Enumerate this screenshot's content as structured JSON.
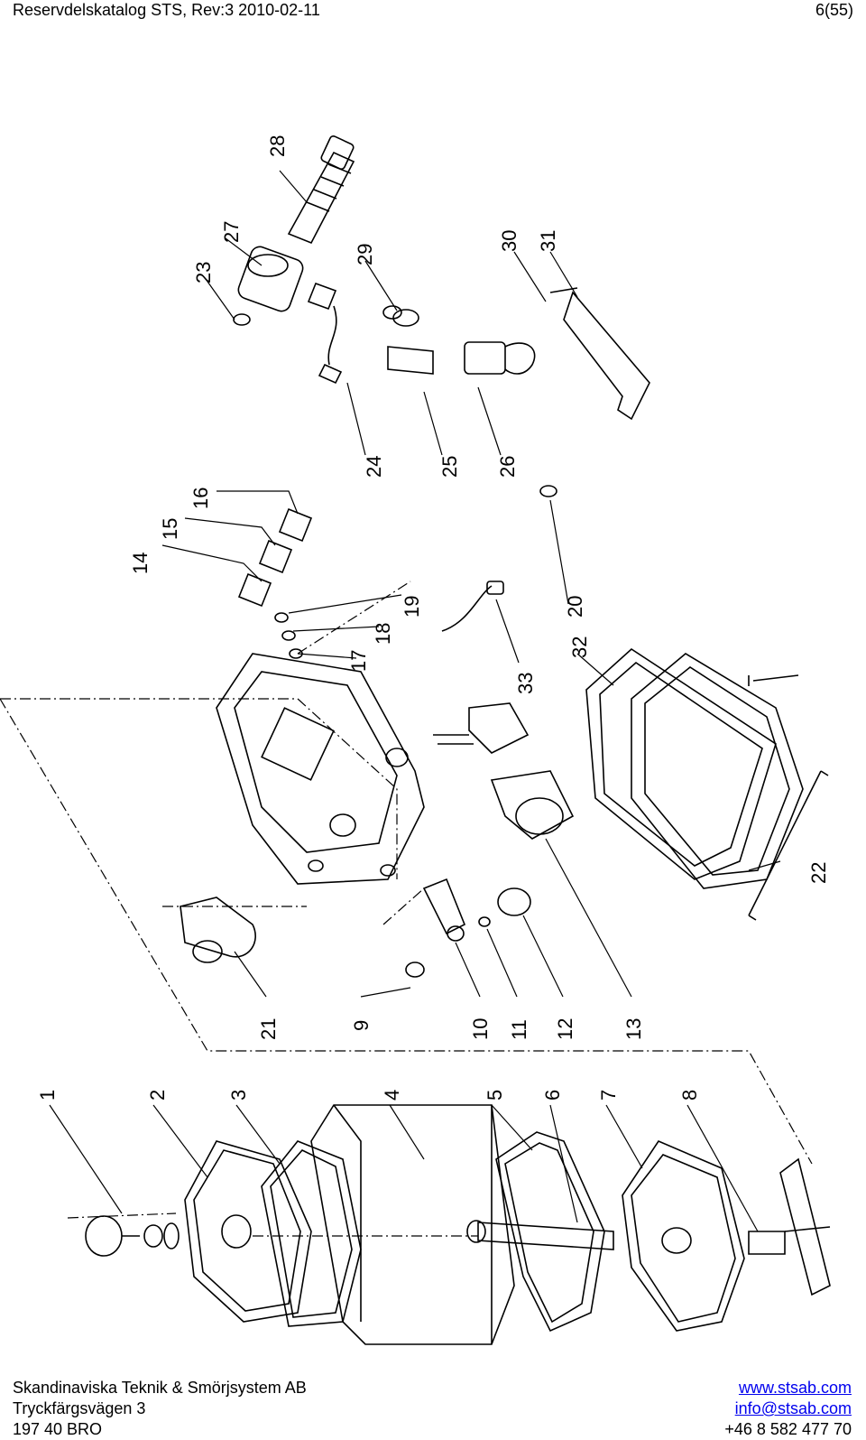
{
  "header": {
    "title": "Reservdelskatalog STS, Rev:3 2010-02-11",
    "page": "6(55)"
  },
  "drawing": {
    "part_labels": [
      "1",
      "2",
      "3",
      "4",
      "5",
      "6",
      "7",
      "8",
      "9",
      "10",
      "11",
      "12",
      "13",
      "14",
      "15",
      "16",
      "17",
      "18",
      "19",
      "20",
      "21",
      "22",
      "23",
      "24",
      "25",
      "26",
      "27",
      "28",
      "29",
      "30",
      "31",
      "32",
      "33"
    ]
  },
  "footer": {
    "company": "Skandinaviska Teknik & Smörjsystem AB",
    "street": "Tryckfärgsvägen 3",
    "postal": "197 40 BRO",
    "website": "www.stsab.com",
    "email": "info@stsab.com",
    "phone": "+46 8 582 477 70"
  }
}
